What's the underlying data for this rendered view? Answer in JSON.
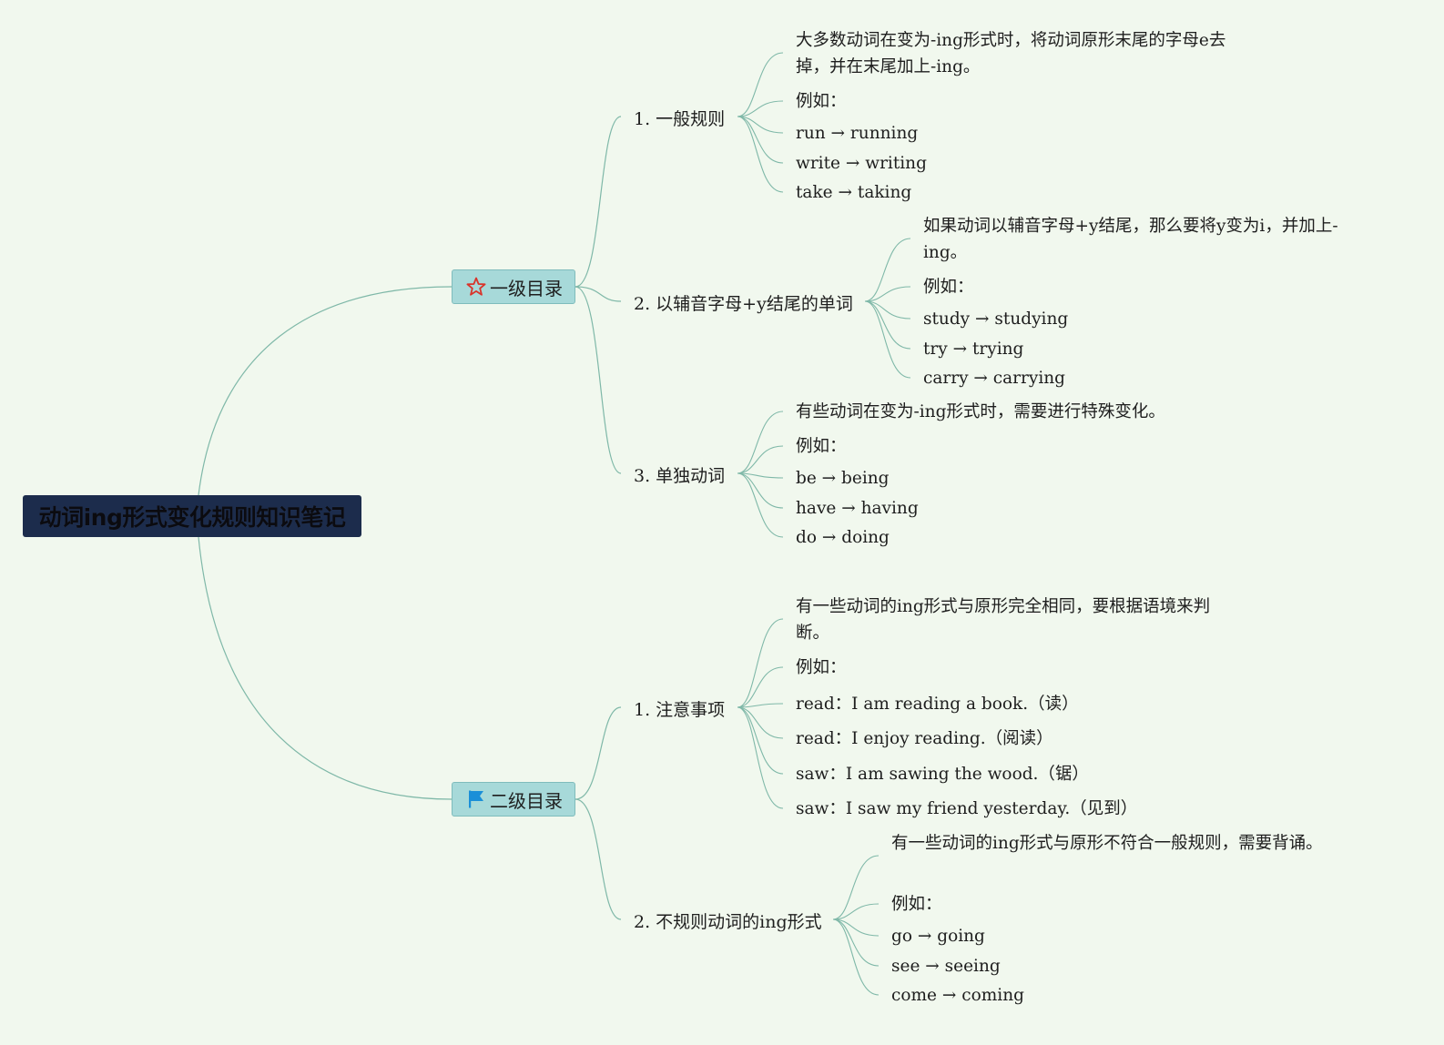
{
  "root": {
    "title": "动词ing形式变化规则知识笔记"
  },
  "branches": [
    {
      "label": "一级目录",
      "icon": "star-icon",
      "icon_color": "#d9342b",
      "children": [
        {
          "label": "1. 一般规则",
          "leaves": [
            "大多数动词在变为-ing形式时，将动词原形末尾的字母e去掉，并在末尾加上-ing。",
            "例如：",
            "run → running",
            "write → writing",
            "take → taking"
          ]
        },
        {
          "label": "2. 以辅音字母+y结尾的单词",
          "leaves": [
            "如果动词以辅音字母+y结尾，那么要将y变为i，并加上-ing。",
            "例如：",
            "study → studying",
            "try → trying",
            "carry → carrying"
          ]
        },
        {
          "label": "3. 单独动词",
          "leaves": [
            "有些动词在变为-ing形式时，需要进行特殊变化。",
            "例如：",
            "be → being",
            "have → having",
            "do → doing"
          ]
        }
      ]
    },
    {
      "label": "二级目录",
      "icon": "flag-icon",
      "icon_color": "#1a8fd8",
      "children": [
        {
          "label": "1. 注意事项",
          "leaves": [
            "有一些动词的ing形式与原形完全相同，要根据语境来判断。",
            "例如：",
            "read：I am reading a book.（读）",
            "read：I enjoy reading.（阅读）",
            "saw：I am sawing the wood.（锯）",
            "saw：I saw my friend yesterday.（见到）"
          ]
        },
        {
          "label": "2. 不规则动词的ing形式",
          "leaves": [
            "有一些动词的ing形式与原形不符合一般规则，需要背诵。",
            "例如：",
            "go → going",
            "see → seeing",
            "come → coming"
          ]
        }
      ]
    }
  ],
  "colors": {
    "line": "#7fb8a8",
    "root_bg": "#1c2c4c",
    "node_bg": "#a7d9d9"
  }
}
